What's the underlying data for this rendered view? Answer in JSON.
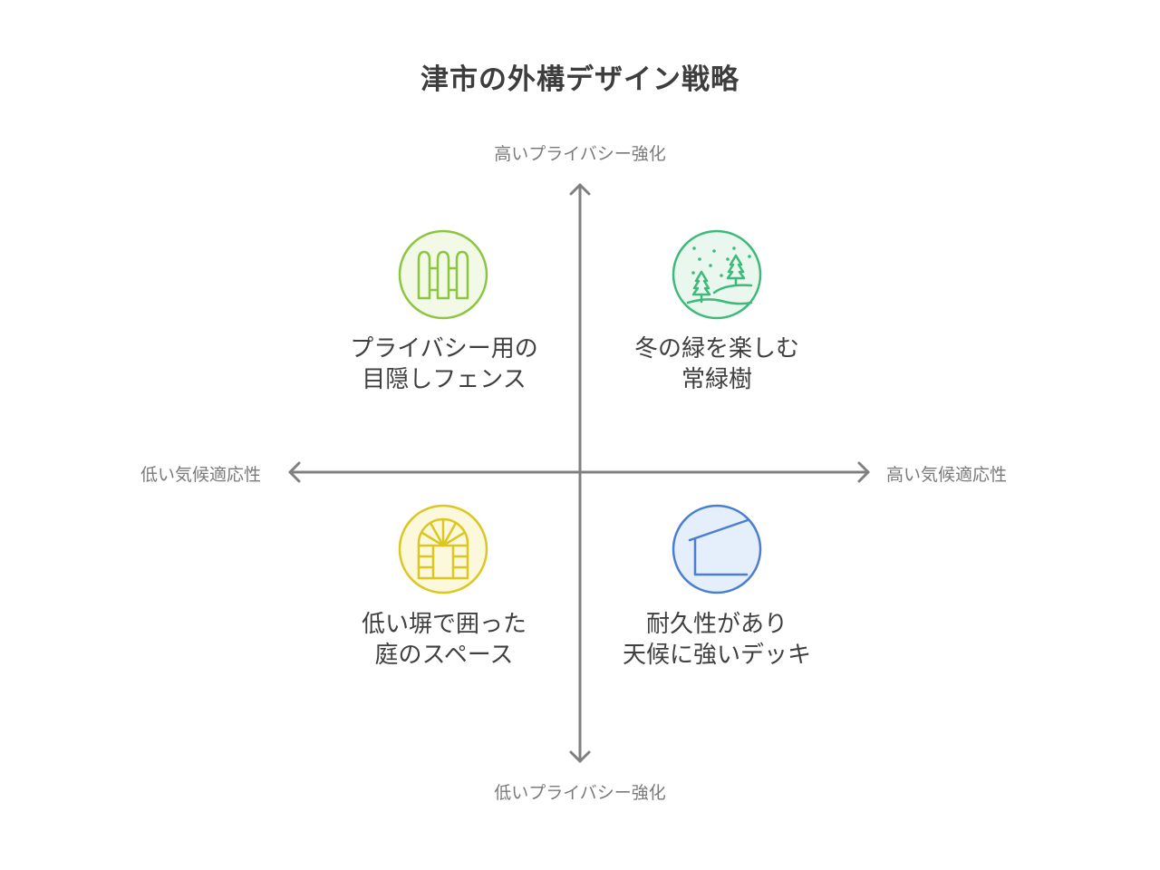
{
  "title": "津市の外構デザイン戦略",
  "axes": {
    "y_top": "高いプライバシー強化",
    "y_bottom": "低いプライバシー強化",
    "x_left": "低い気候適応性",
    "x_right": "高い気候適応性",
    "color": "#7f7f7f"
  },
  "quadrants": [
    {
      "position": "top-left",
      "icon": "fence-icon",
      "line1": "プライバシー用の",
      "line2": "目隠しフェンス",
      "stroke": "#8cc63f",
      "fill": "#f3f9e7"
    },
    {
      "position": "top-right",
      "icon": "evergreen-trees-icon",
      "line1": "冬の緑を楽しむ",
      "line2": "常緑樹",
      "stroke": "#3dba7a",
      "fill": "#e9f7ef"
    },
    {
      "position": "bottom-left",
      "icon": "arched-garden-gate-icon",
      "line1": "低い塀で囲った",
      "line2": "庭のスペース",
      "stroke": "#dcc620",
      "fill": "#fbf8dc"
    },
    {
      "position": "bottom-right",
      "icon": "deck-shelter-icon",
      "line1": "耐久性があり",
      "line2": "天候に強いデッキ",
      "stroke": "#4a7fd0",
      "fill": "#e5eefb"
    }
  ]
}
